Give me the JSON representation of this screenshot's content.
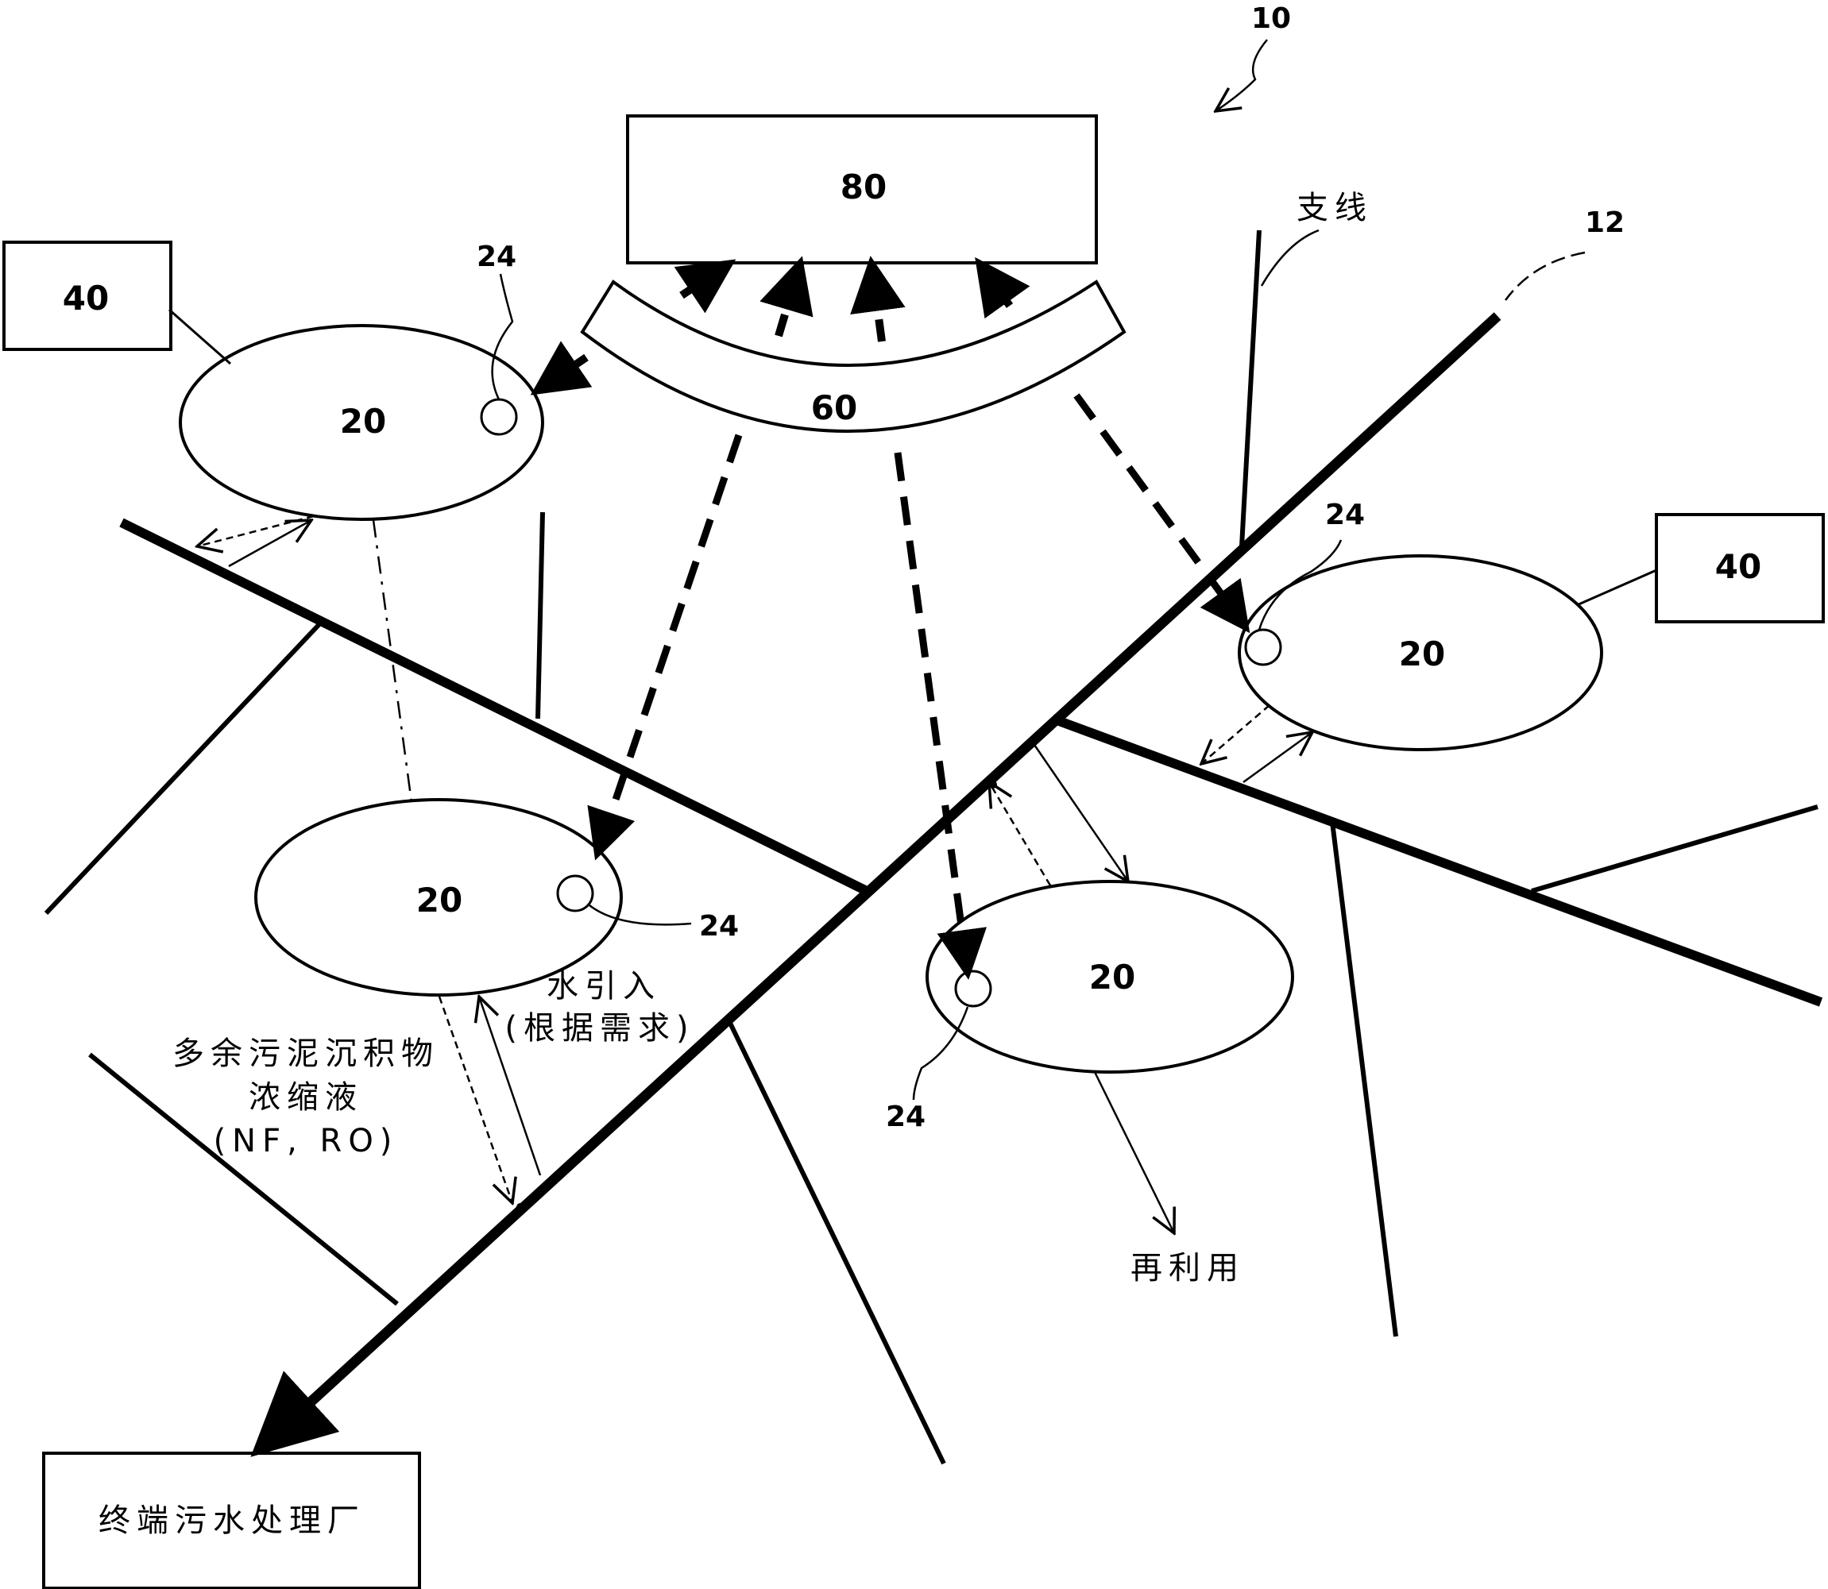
{
  "figure": {
    "ref": "10"
  },
  "network": {
    "ref": "12",
    "branch_label": "支线"
  },
  "controller": {
    "ref": "80"
  },
  "comm": {
    "ref": "60"
  },
  "local_units": [
    {
      "ref": "40"
    },
    {
      "ref": "40"
    }
  ],
  "facilities": [
    {
      "ref": "20",
      "sensor_ref": "24"
    },
    {
      "ref": "20",
      "sensor_ref": "24"
    },
    {
      "ref": "20",
      "sensor_ref": "24"
    },
    {
      "ref": "20",
      "sensor_ref": "24"
    }
  ],
  "labels": {
    "water_intake": "水引入",
    "on_demand": "(根据需求)",
    "sludge_line1": "多余污泥沉积物",
    "sludge_line2": "浓缩液",
    "sludge_line3": "(NF, RO)",
    "reuse": "再利用",
    "terminal_plant": "终端污水处理厂"
  }
}
